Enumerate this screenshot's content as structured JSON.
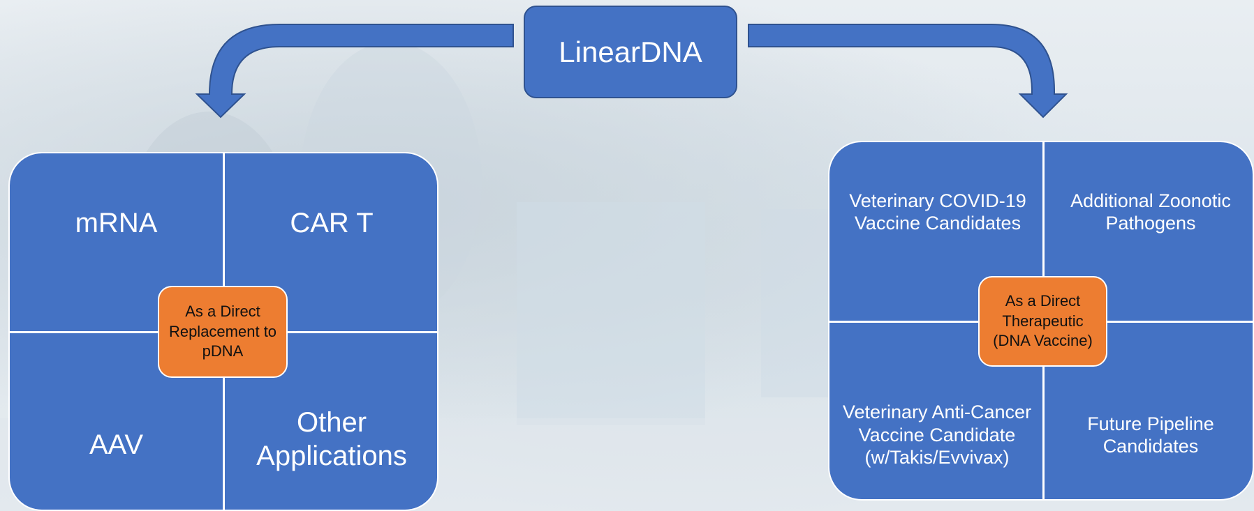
{
  "top_box": {
    "label": "LinearDNA"
  },
  "left_panel": {
    "cells": {
      "top_left": "mRNA",
      "top_right": "CAR T",
      "bottom_left": "AAV",
      "bottom_right": "Other Applications"
    },
    "center_label": "As a Direct Replacement to pDNA"
  },
  "right_panel": {
    "cells": {
      "top_left": "Veterinary COVID-19 Vaccine Candidates",
      "top_right": "Additional Zoonotic Pathogens",
      "bottom_left": "Veterinary Anti-Cancer Vaccine Candidate (w/Takis/Evvivax)",
      "bottom_right": "Future Pipeline Candidates"
    },
    "center_label": "As a Direct Therapeutic (DNA Vaccine)"
  },
  "colors": {
    "box_blue": "#4472c4",
    "box_border": "#2f528f",
    "center_orange": "#ed7d31"
  }
}
